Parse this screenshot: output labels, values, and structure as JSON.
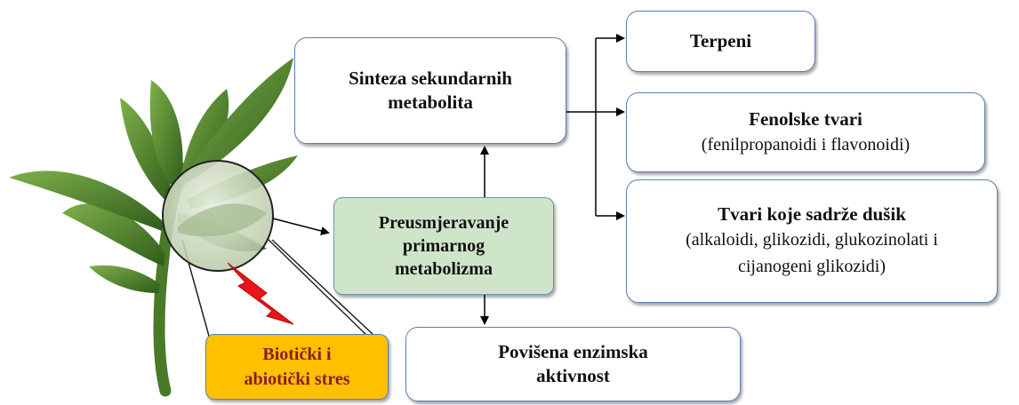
{
  "diagram": {
    "synthesis": {
      "title": "Sinteza sekundarnih metabolita"
    },
    "terpenes": {
      "title": "Terpeni"
    },
    "phenolic": {
      "title": "Fenolske tvari",
      "detail": "(fenilpropanoidi i flavonoidi)"
    },
    "nitrogen": {
      "title": "Tvari koje sadrže dušik",
      "detail": "(alkaloidi, glikozidi, glukozinolati i\ncijanogeni glikozidi)"
    },
    "redirect": {
      "title": "Preusmjeravanje\nprimarnog\nmetabolizma"
    },
    "enzyme": {
      "title": "Povišena enzimska\naktivnost"
    },
    "stress": {
      "title": "Biotički i\nabiotički stres"
    }
  },
  "colors": {
    "box_border": "#5b7fb3",
    "redirect_fill": "#cfe5c9",
    "stress_fill": "#ffc000",
    "stress_text": "#8a1d1d",
    "lightning": "#e8141b",
    "leaf_dark": "#3c6b21",
    "leaf_light": "#6ea53c"
  },
  "icons": [
    "plant-illustration",
    "magnifier-icon",
    "lightning-icon"
  ]
}
